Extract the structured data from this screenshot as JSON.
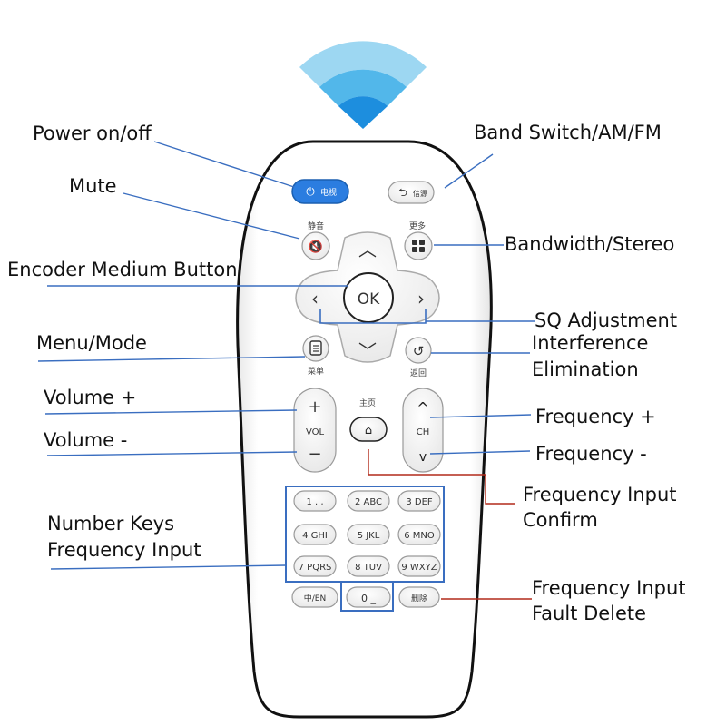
{
  "labels": {
    "power": "Power on/off",
    "band": "Band Switch/AM/FM",
    "mute": "Mute",
    "bandwidth": "Bandwidth/Stereo",
    "encoder": "Encoder Medium Button",
    "sq": "SQ Adjustment",
    "menu": "Menu/Mode",
    "interference_1": "Interference",
    "interference_2": "Elimination",
    "vol_plus": "Volume +",
    "vol_minus": "Volume -",
    "freq_plus": "Frequency +",
    "freq_minus": "Frequency -",
    "confirm_1": "Frequency Input",
    "confirm_2": "Confirm",
    "numkeys_1": "Number Keys",
    "numkeys_2": "Frequency Input",
    "delete_1": "Frequency Input",
    "delete_2": "Fault Delete"
  },
  "remote": {
    "power_key": "电视",
    "source_key": "信源",
    "mute_caption": "静音",
    "more_caption": "更多",
    "ok": "OK",
    "menu_caption": "菜单",
    "back_caption": "返回",
    "home_caption": "主页",
    "vol": "VOL",
    "ch": "CH",
    "plus": "+",
    "minus": "−",
    "keys": [
      "1 . ,",
      "2 ABC",
      "3 DEF",
      "4 GHI",
      "5 JKL",
      "6 MNO",
      "7 PQRS",
      "8 TUV",
      "9 WXYZ"
    ],
    "lang_key": "中/EN",
    "zero_key": "0 _",
    "delete_key": "删除"
  },
  "colors": {
    "leader_blue": "#3a6ec0",
    "leader_red": "#b22a1a",
    "wifi_light": "#9dd7f2",
    "wifi_mid": "#52b7ea",
    "wifi_dark": "#1d8ede",
    "power_blue": "#2b7de0"
  }
}
